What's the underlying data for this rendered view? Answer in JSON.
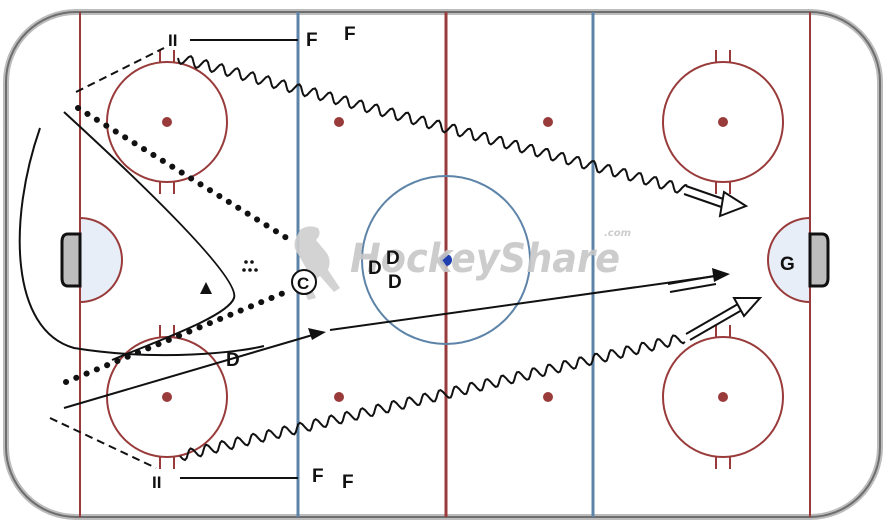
{
  "labels": {
    "forward": "F",
    "defense": "D",
    "goalie": "G",
    "coach": "C",
    "pylon_symbol": "II"
  },
  "watermark": {
    "brand": "HockeyShare",
    "suffix": ".com"
  },
  "colors": {
    "boards": "#555555",
    "red_line": "#9a3b3b",
    "blue_line": "#5d84a8",
    "center_dot": "#1f3fb0",
    "crease_fill": "#e7eef7",
    "ink": "#111111"
  }
}
